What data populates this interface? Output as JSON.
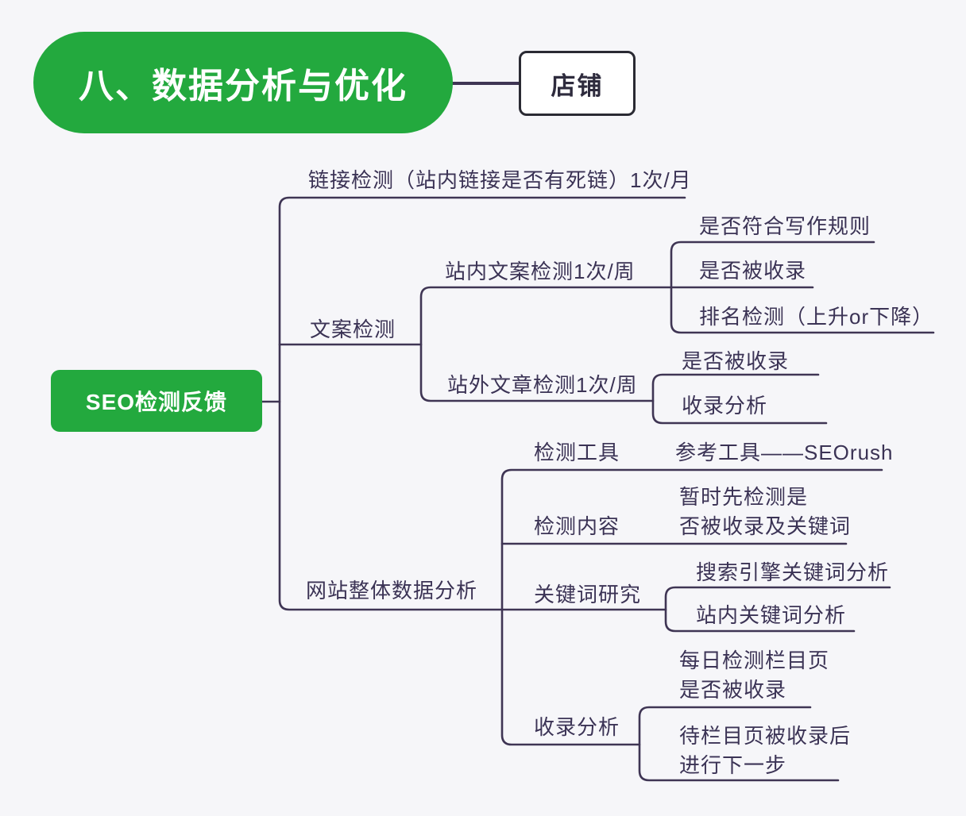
{
  "palette": {
    "green": "#23a93e",
    "line": "#3f3554",
    "text": "#3b3355",
    "background": "#f6f6f9",
    "box_border": "#2a2a33"
  },
  "header": {
    "title": "八、数据分析与优化",
    "linked_topic": "店铺"
  },
  "root": {
    "label": "SEO检测反馈"
  },
  "branches": {
    "link_check": "链接检测（站内链接是否有死链）1次/月",
    "copy_check": "文案检测",
    "onsite_copy": "站内文案检测1次/周",
    "onsite_leaves": [
      "是否符合写作规则",
      "是否被收录",
      "排名检测（上升or下降）"
    ],
    "offsite_copy": "站外文章检测1次/周",
    "offsite_leaves": [
      "是否被收录",
      "收录分析"
    ],
    "site_data": "网站整体数据分析",
    "check_tool": "检测工具",
    "check_tool_value": "参考工具——SEOrush",
    "check_content": "检测内容",
    "check_content_value": "暂时先检测是\n否被收录及关键词",
    "keyword_research": "关键词研究",
    "keyword_leaves": [
      "搜索引擎关键词分析",
      "站内关键词分析"
    ],
    "index_analysis": "收录分析",
    "index_leaves": [
      "每日检测栏目页\n是否被收录",
      "待栏目页被收录后\n进行下一步"
    ]
  }
}
